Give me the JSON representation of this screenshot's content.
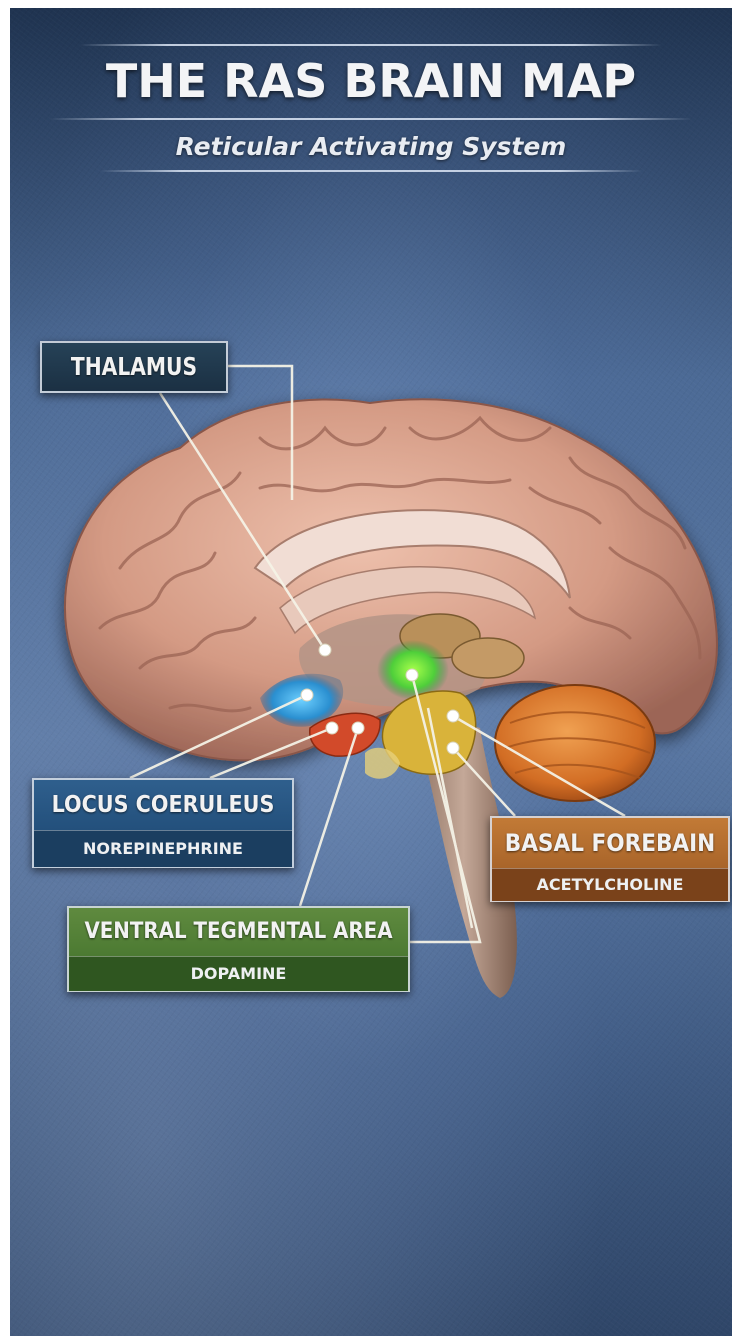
{
  "header": {
    "title": "THE RAS BRAIN MAP",
    "subtitle": "Reticular Activating System"
  },
  "labels": {
    "thalamus": {
      "name": "THALAMUS"
    },
    "locus_coeruleus": {
      "name": "LOCUS COERULEUS",
      "neurotransmitter": "NOREPINEPHRINE"
    },
    "basal_forebrain": {
      "name": "BASAL FOREBAIN",
      "neurotransmitter": "ACETYLCHOLINE"
    },
    "ventral_tegmental_area": {
      "name": "VENTRAL TEGMENTAL AREA",
      "neurotransmitter": "DOPAMINE"
    }
  },
  "colors": {
    "background": "#4c6a95",
    "thalamus_box": "#264257",
    "locus_coeruleus_box": "#2f5f8d",
    "basal_forebrain_box": "#c27a36",
    "ventral_tegmental_box": "#5f8a3f",
    "brain_tissue": "#d8a08a",
    "cerebellum": "#d9772c"
  }
}
